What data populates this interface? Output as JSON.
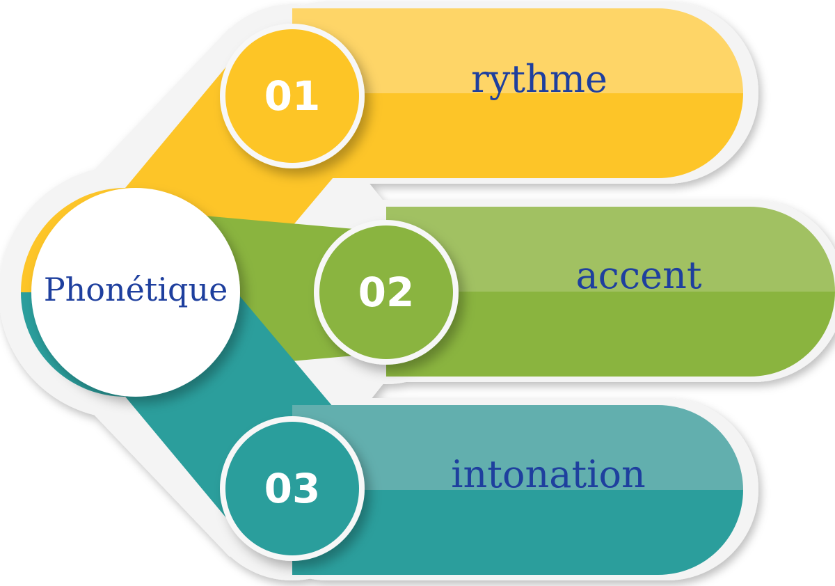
{
  "center": {
    "label": "Phonétique"
  },
  "items": [
    {
      "number": "01",
      "label": "rythme",
      "color": "#fdc528",
      "light": "#fed567"
    },
    {
      "number": "02",
      "label": "accent",
      "color": "#8ab43f",
      "light": "#a1c162"
    },
    {
      "number": "03",
      "label": "intonation",
      "color": "#2b9e9c",
      "light": "#62afae"
    }
  ]
}
